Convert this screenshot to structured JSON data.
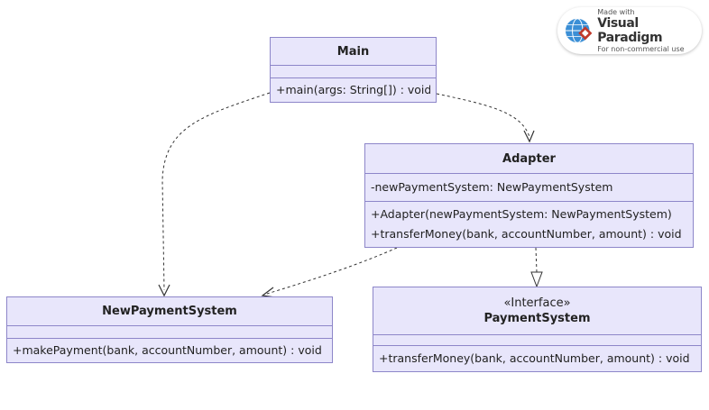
{
  "classes": {
    "main": {
      "name": "Main",
      "operations": [
        "+main(args: String[]) : void"
      ]
    },
    "adapter": {
      "name": "Adapter",
      "attributes": [
        "-newPaymentSystem: NewPaymentSystem"
      ],
      "operations": [
        "+Adapter(newPaymentSystem: NewPaymentSystem)",
        "+transferMoney(bank, accountNumber, amount) : void"
      ]
    },
    "new_payment_system": {
      "name": "NewPaymentSystem",
      "operations": [
        "+makePayment(bank, accountNumber, amount) : void"
      ]
    },
    "payment_system": {
      "stereotype": "«Interface»",
      "name": "PaymentSystem",
      "operations": [
        "+transferMoney(bank, accountNumber, amount) : void"
      ]
    }
  },
  "relations": [
    {
      "type": "dependency",
      "from": "Main",
      "to": "Adapter"
    },
    {
      "type": "dependency",
      "from": "Main",
      "to": "NewPaymentSystem"
    },
    {
      "type": "dependency",
      "from": "Adapter",
      "to": "NewPaymentSystem"
    },
    {
      "type": "realization",
      "from": "Adapter",
      "to": "PaymentSystem"
    }
  ],
  "watermark": {
    "line1": "Made with",
    "line2": "Visual Paradigm",
    "line3": "For non-commercial use"
  },
  "colors": {
    "class_fill": "#e8e6fb",
    "class_border": "#8d86c9",
    "edge": "#333333"
  }
}
